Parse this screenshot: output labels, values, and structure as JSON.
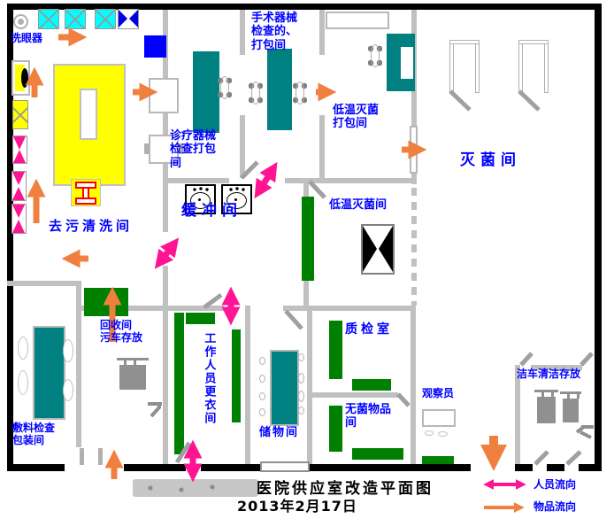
{
  "title": {
    "name": "医院供应室改造平面图",
    "date": "2013年2月17日"
  },
  "legend": {
    "personnel": "人员流向",
    "goods": "物品流向"
  },
  "rooms": {
    "eyewash": "洗眼器",
    "decontamination": "去污清洗间",
    "diagnostic_packing": "诊疗器械\n检查打包\n间",
    "surgical_packing": "手术器械\n检查的、\n打包间",
    "low_temp_packing": "低温灭菌\n打包间",
    "sterilization": "灭菌间",
    "low_temp_sterilization": "低温灭菌间",
    "buffer": "缓冲间",
    "recycling": "回收间\n污车存放",
    "staff_changing": "工作人员更衣间",
    "quality_inspection": "质检室",
    "storage": "储物间",
    "sterile_goods": "无菌物品\n间",
    "observer": "观察员",
    "clean_cart_storage": "洁车清洁存放",
    "dressing_packing": "敷料检查\n包装间"
  },
  "colors": {
    "outer_wall": "#000000",
    "inner_wall": "#c0c0c0",
    "room_label": "#0000ff",
    "personnel_flow": "#ff1493",
    "goods_flow": "#f08040",
    "work_table": "#008080",
    "shelf": "#008000",
    "wash_table": "#ffff00",
    "equipment_cyan": "#00ffff",
    "equipment_blue": "#0000ff"
  }
}
